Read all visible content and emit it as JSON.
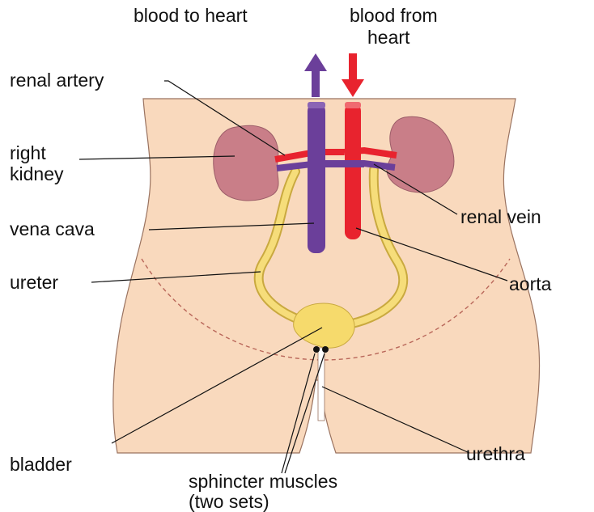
{
  "labels": {
    "blood_to_heart": "blood to heart",
    "blood_from_heart_1": "blood from",
    "blood_from_heart_2": "heart",
    "renal_artery": "renal artery",
    "right_kidney_1": "right",
    "right_kidney_2": "kidney",
    "vena_cava": "vena cava",
    "ureter": "ureter",
    "renal_vein": "renal vein",
    "aorta": "aorta",
    "bladder": "bladder",
    "urethra": "urethra",
    "sphincter_1": "sphincter muscles",
    "sphincter_2": "(two sets)"
  },
  "colors": {
    "skin": "#f9d9bd",
    "skin_outline": "#9a7360",
    "kidney": "#c97e88",
    "vein": "#6b3f9a",
    "artery": "#e8232e",
    "ureter": "#f6dd7a",
    "bladder": "#f6da6c",
    "pelvis_dash": "#b9675a",
    "leader": "#111111",
    "text": "#111111"
  }
}
